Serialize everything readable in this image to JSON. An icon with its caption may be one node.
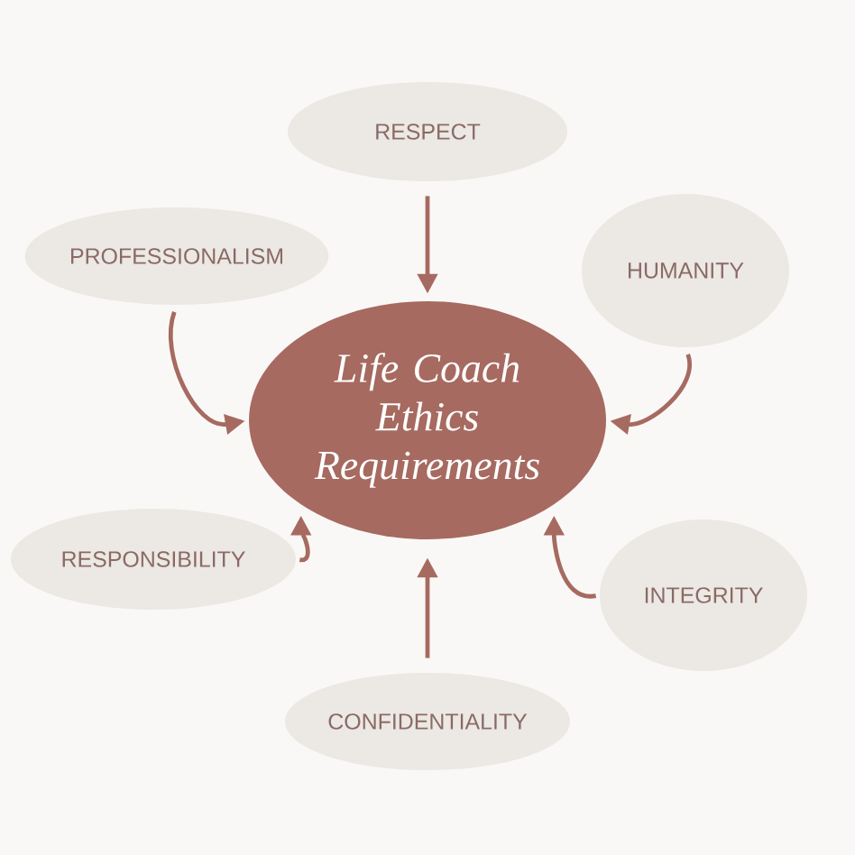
{
  "diagram": {
    "nodes": [
      {
        "text": [
          "RESPECT"
        ]
      },
      {
        "text": [
          "PROFESSIONALISM"
        ]
      },
      {
        "text": [
          "HUMANITY"
        ]
      },
      {
        "text": [
          "Life Coach Ethics Requirements"
        ]
      },
      {
        "text": [
          "RESPONSIBILITY"
        ]
      },
      {
        "text": [
          "INTEGRITY"
        ]
      },
      {
        "text": [
          "CONFIDENTIALITY"
        ]
      }
    ],
    "edges": [
      {
        "from": 0,
        "to": 3,
        "arrow": "to"
      },
      {
        "from": 1,
        "to": 3,
        "arrow": "to"
      },
      {
        "from": 2,
        "to": 3,
        "arrow": "to"
      },
      {
        "from": 4,
        "to": 3,
        "arrow": "to"
      },
      {
        "from": 5,
        "to": 3,
        "arrow": "to"
      },
      {
        "from": 6,
        "to": 3,
        "arrow": "to"
      }
    ]
  }
}
